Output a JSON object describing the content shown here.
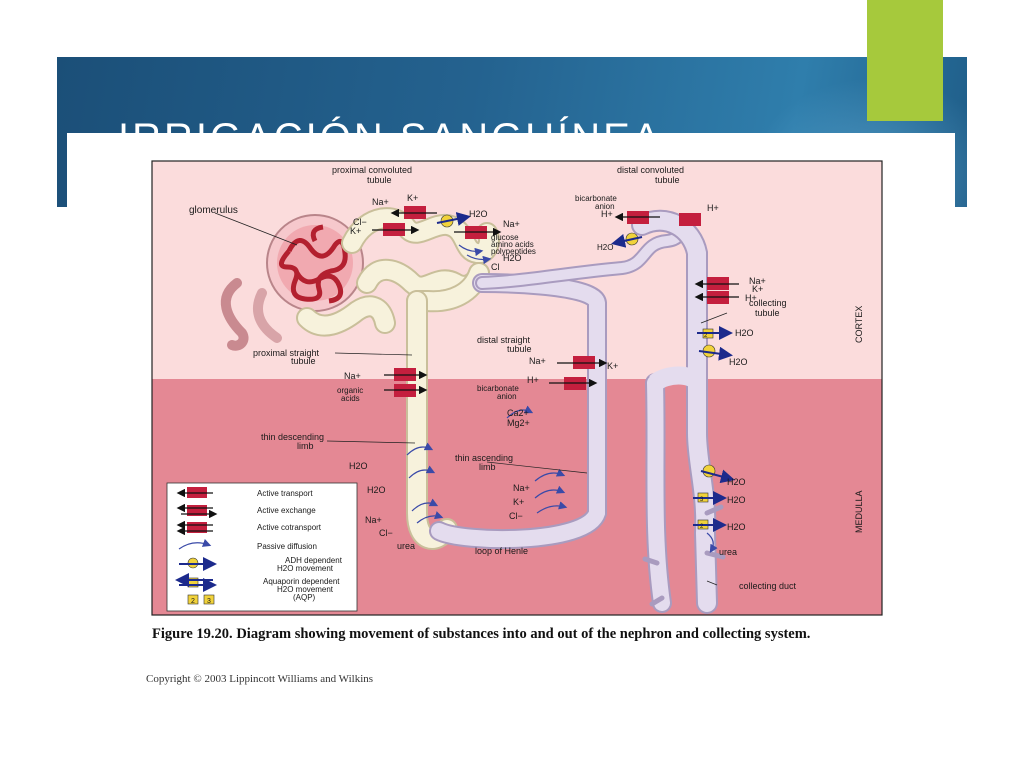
{
  "slide": {
    "title": "IRRIGACIÓN SANGUÍNEA",
    "colors": {
      "banner": "#24628f",
      "accent": "#a6c93c",
      "medulla_bg": "#e48894",
      "cortex_bg": "#fbdcdc",
      "pump": "#c41f3e",
      "tubule": "#e4dcee"
    }
  },
  "diagram": {
    "labels": {
      "proximal_convoluted": [
        "proximal convoluted",
        "tubule"
      ],
      "distal_convoluted": [
        "distal convoluted",
        "tubule"
      ],
      "glomerulus": "glomerulus",
      "bicarbonate_top": [
        "bicarbonate",
        "anion"
      ],
      "glucose_block": [
        "glucose",
        "amino acids",
        "polypeptides"
      ],
      "collecting_tubule": [
        "collecting",
        "tubule"
      ],
      "cortex": "CORTEX",
      "medulla": "MEDULLA",
      "proximal_straight": [
        "proximal straight",
        "tubule"
      ],
      "distal_straight": [
        "distal straight",
        "tubule"
      ],
      "organic_acids": [
        "organic",
        "acids"
      ],
      "bicarbonate_mid": [
        "bicarbonate",
        "anion"
      ],
      "thin_descending": [
        "thin descending",
        "limb"
      ],
      "thin_ascending": [
        "thin ascending",
        "limb"
      ],
      "loop_of_henle": "loop of Henle",
      "collecting_duct": "collecting duct"
    },
    "ions": {
      "na": "Na+",
      "k": "K+",
      "cl": "Cl−",
      "h": "H+",
      "h2o": "H2O",
      "cl_short": "Cl",
      "ca": "Ca2+",
      "mg": "Mg2+",
      "urea": "urea"
    },
    "legend": [
      "Active transport",
      "Active exchange",
      "Active cotransport",
      "Passive diffusion",
      "ADH dependent",
      "H2O movement",
      "Aquaporin dependent",
      "H2O movement",
      "(AQP)"
    ],
    "legend_badges": [
      "2",
      "3"
    ],
    "aqp_badges": [
      "2",
      "3",
      "2"
    ]
  },
  "caption": {
    "figure_number": "Figure 19.20.",
    "text": "Diagram showing movement of substances into and out of the nephron and collecting system."
  },
  "copyright": "Copyright © 2003 Lippincott Williams and Wilkins"
}
